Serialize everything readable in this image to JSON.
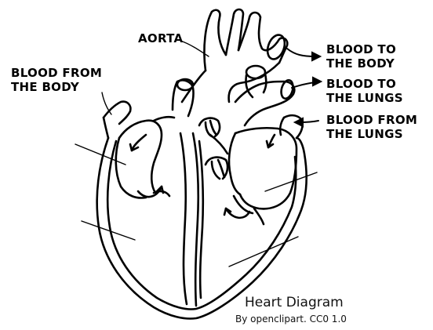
{
  "labels": {
    "aorta": "AORTA",
    "blood_from_body_1": "BLOOD FROM",
    "blood_from_body_2": "THE BODY",
    "blood_to_body_1": "BLOOD TO",
    "blood_to_body_2": "THE BODY",
    "blood_to_lungs_1": "BLOOD TO",
    "blood_to_lungs_2": "THE LUNGS",
    "blood_from_lungs_1": "BLOOD FROM",
    "blood_from_lungs_2": "THE LUNGS"
  },
  "caption": {
    "title": "Heart Diagram",
    "credit": "By openclipart.  CC0 1.0"
  },
  "colors": {
    "ink": "#000000",
    "background": "#ffffff"
  }
}
